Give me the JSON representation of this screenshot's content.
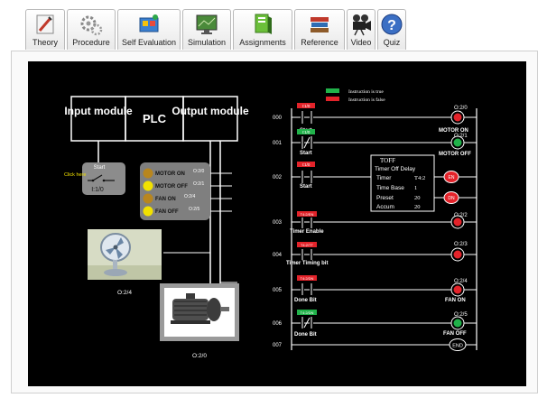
{
  "tabs": [
    {
      "label": "Theory",
      "icon": "theory-icon"
    },
    {
      "label": "Procedure",
      "icon": "gears-icon"
    },
    {
      "label": "Self Evaluation",
      "icon": "self-evaluation-icon"
    },
    {
      "label": "Simulation",
      "icon": "monitor-icon"
    },
    {
      "label": "Assignments",
      "icon": "books-stack-icon"
    },
    {
      "label": "Reference",
      "icon": "reference-books-icon"
    },
    {
      "label": "Video",
      "icon": "film-camera-icon"
    },
    {
      "label": "Quiz",
      "icon": "question-mark-icon"
    }
  ],
  "blocks": {
    "input": "Input module",
    "plc": "PLC",
    "output": "Output module"
  },
  "switch": {
    "title": "Start",
    "click_hint": "Click here",
    "address": "I:1/0"
  },
  "indicators": [
    {
      "label": "MOTOR ON",
      "address": "O:2/0",
      "color": "#b8861e"
    },
    {
      "label": "MOTOR OFF",
      "address": "O:2/1",
      "color": "#f2e100"
    },
    {
      "label": "FAN ON",
      "address": "O:2/4",
      "color": "#b8861e"
    },
    {
      "label": "FAN OFF",
      "address": "O:2/5",
      "color": "#f2e100"
    }
  ],
  "fan_caption": "O:2/4",
  "motor_caption": "O:2/0",
  "legend": {
    "true_text": "Instruction is true",
    "false_text": "Instruction is false",
    "true_color": "#21b24a",
    "false_color": "#e3232a"
  },
  "ladder": {
    "rungs": [
      {
        "num": "000",
        "tag": "I:1/0",
        "tag_state": "false",
        "contact": "Start",
        "coil_addr": "O:2/0",
        "coil": "MOTOR ON"
      },
      {
        "num": "001",
        "tag": "I:1/0",
        "tag_state": "true",
        "contact": "Start",
        "coil_addr": "O:2/1",
        "coil": "MOTOR OFF"
      },
      {
        "num": "002",
        "tag": "I:1/0",
        "tag_state": "false",
        "contact": "Start",
        "coil_addr": "",
        "coil": ""
      },
      {
        "num": "003",
        "tag": "T4:2/EN",
        "tag_state": "false",
        "contact": "Timer Enable",
        "coil_addr": "O:2/2",
        "coil": ""
      },
      {
        "num": "004",
        "tag": "T4:2/TT",
        "tag_state": "false",
        "contact": "Timer Timing bit",
        "coil_addr": "O:2/3",
        "coil": ""
      },
      {
        "num": "005",
        "tag": "T4:2/DN",
        "tag_state": "false",
        "contact": "Done Bit",
        "coil_addr": "O:2/4",
        "coil": "FAN ON"
      },
      {
        "num": "006",
        "tag": "T4:2/DN",
        "tag_state": "true",
        "contact": "Done Bit",
        "coil_addr": "O:2/5",
        "coil": "FAN OFF"
      },
      {
        "num": "007",
        "tag": "",
        "tag_state": "",
        "contact": "",
        "coil_addr": "",
        "coil": ""
      }
    ],
    "toff": {
      "title": "TOFF",
      "subtitle": "Timer Off Delay",
      "timer_label": "Timer",
      "timer": "T4:2",
      "base_label": "Time Base",
      "base": "1",
      "preset_label": "Preset",
      "preset": "20",
      "accum_label": "Accum",
      "accum": "20"
    },
    "coil_en": "EN",
    "coil_dn": "DN",
    "end": "END"
  }
}
